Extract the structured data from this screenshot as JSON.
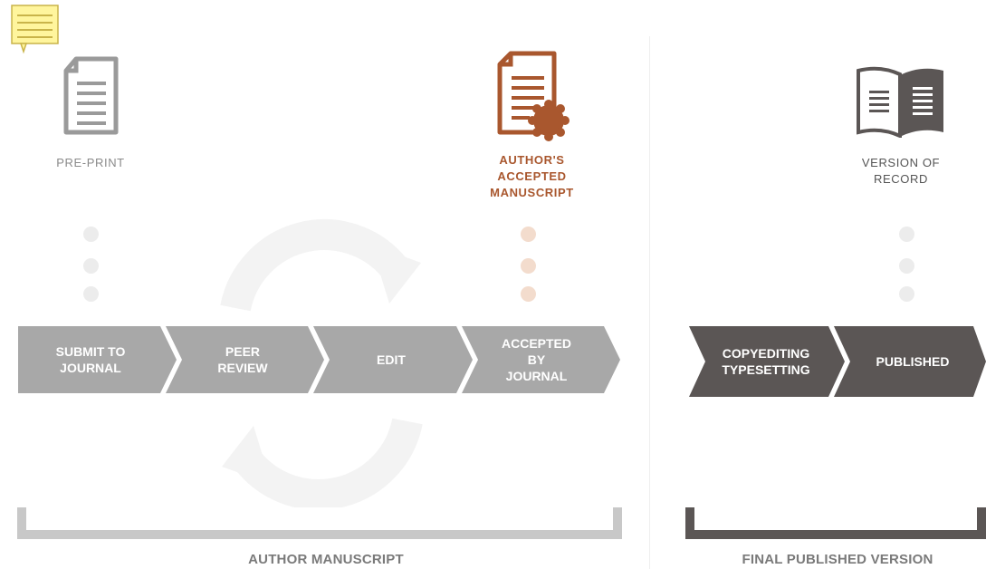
{
  "stages": {
    "preprint": "PRE-PRINT",
    "aam": "AUTHOR'S\nACCEPTED\nMANUSCRIPT",
    "vor": "VERSION OF\nRECORD"
  },
  "steps": [
    {
      "label": "SUBMIT TO\nJOURNAL"
    },
    {
      "label": "PEER\nREVIEW"
    },
    {
      "label": "EDIT"
    },
    {
      "label": "ACCEPTED\nBY\nJOURNAL"
    },
    {
      "label": "COPYEDITING\nTYPESETTING"
    },
    {
      "label": "PUBLISHED"
    }
  ],
  "brackets": {
    "author": "AUTHOR MANUSCRIPT",
    "final": "FINAL PUBLISHED VERSION"
  },
  "colors": {
    "grey_step": "#a8a8a8",
    "dark_step": "#5b5655",
    "accent": "#a9572e",
    "note": "#fff59d"
  },
  "icons": [
    "note-icon",
    "document-icon",
    "accepted-document-icon",
    "open-book-icon",
    "cycle-arrows-icon"
  ]
}
